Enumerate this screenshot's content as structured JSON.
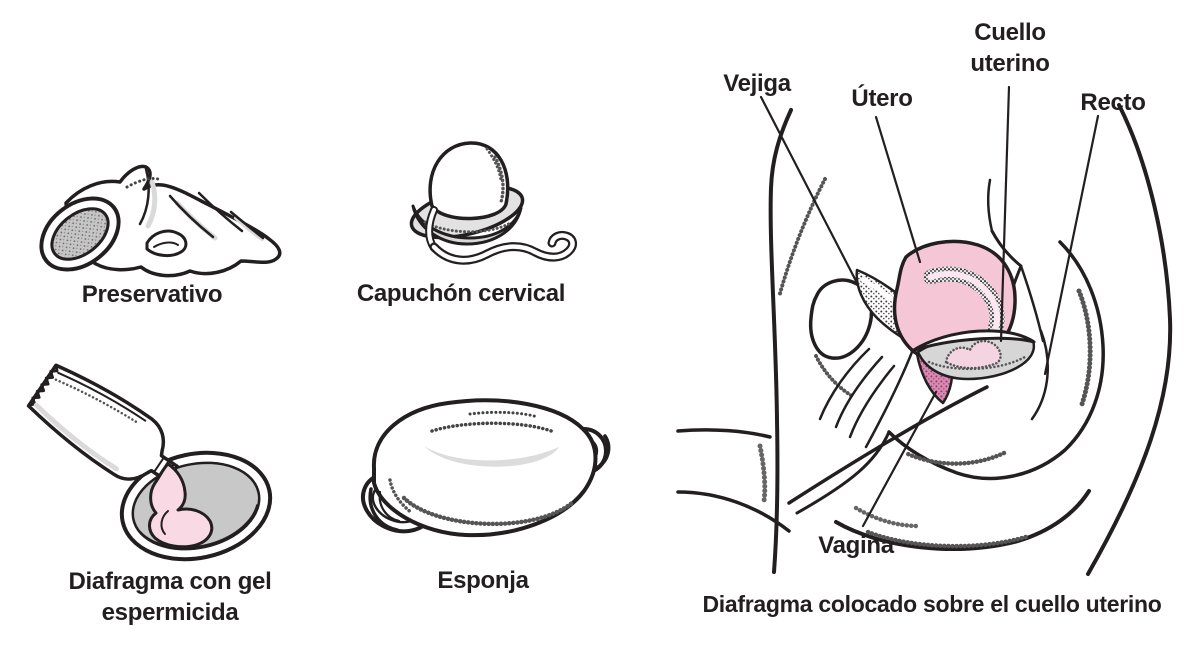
{
  "figure_type": "medical-illustration",
  "items": [
    {
      "id": "preservativo",
      "label": "Preservativo"
    },
    {
      "id": "capuchon-cervical",
      "label": "Capuchón cervical"
    },
    {
      "id": "diafragma-gel",
      "label": "Diafragma con gel espermicida"
    },
    {
      "id": "esponja",
      "label": "Esponja"
    }
  ],
  "anatomy": {
    "vejiga": "Vejiga",
    "utero": "Útero",
    "cuello_uterino": "Cuello uterino",
    "recto": "Recto",
    "vagina": "Vagina",
    "caption": "Diafragma colocado sobre el cuello uterino"
  },
  "colors": {
    "ink": "#231f20",
    "uterus_pink": "#f5c6d6",
    "gel_pink": "#f8d9e4",
    "deep_pink": "#d78bb1",
    "diaphragm_gray": "#d6d6d6",
    "bowl_gray": "#c8c8c8",
    "shadow_gray": "#dadada",
    "background": "#ffffff"
  }
}
